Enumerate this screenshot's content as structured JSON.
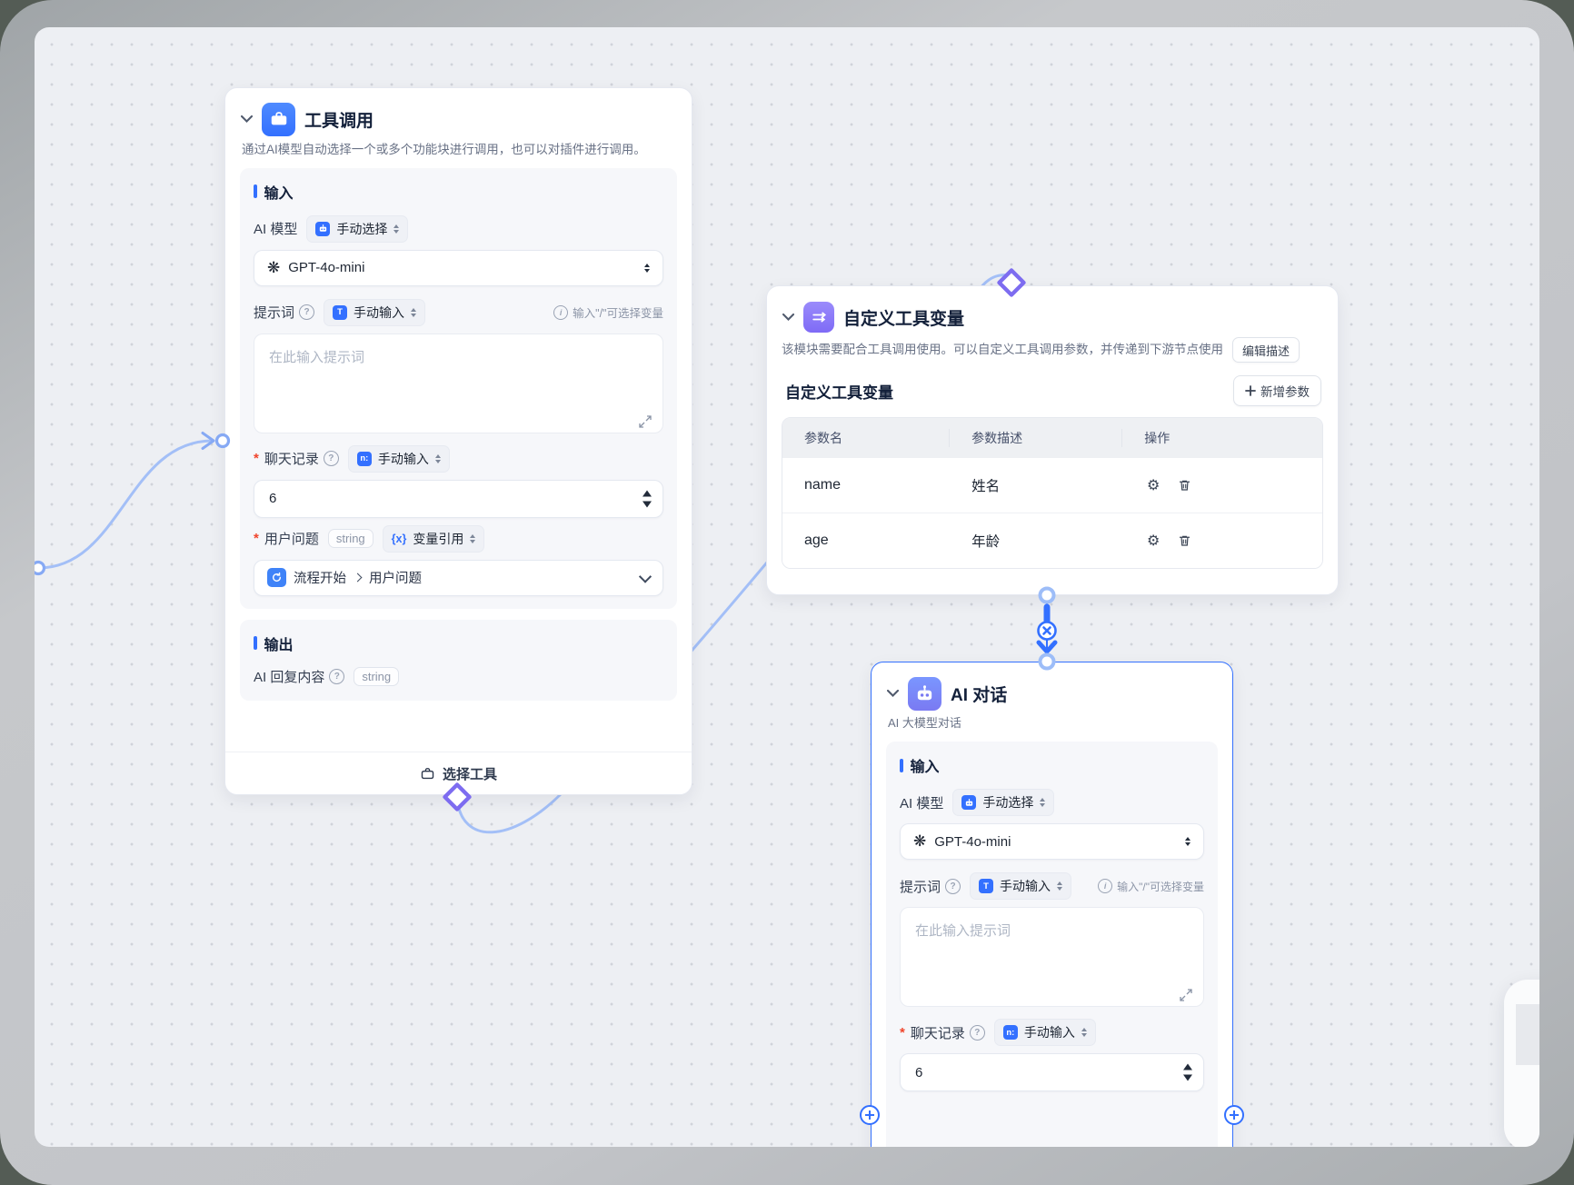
{
  "theme": {
    "accent": "#3370ff",
    "edge_color": "#a3bff7",
    "diamond_color": "#7d6cf0",
    "canvas_bg": "#edeff3",
    "section_bg": "#f6f7fa"
  },
  "icons": {
    "openai": "❋",
    "var_ref": "{x}",
    "question": "?",
    "info": "i",
    "text_input": "T",
    "number_input": "n:",
    "gear": "⚙",
    "required": "*"
  },
  "common": {
    "input_section": "输入",
    "output_section": "输出",
    "model_label": "AI 模型",
    "manual_select": "手动选择",
    "model_value": "GPT-4o-mini",
    "prompt_label": "提示词",
    "manual_input": "手动输入",
    "slash_hint": "输入\"/\"可选择变量",
    "prompt_placeholder": "在此输入提示词",
    "history_label": "聊天记录",
    "history_value": "6",
    "question_label": "用户问题",
    "string_type": "string",
    "var_ref_label": "变量引用"
  },
  "node_tool_call": {
    "title": "工具调用",
    "description": "通过AI模型自动选择一个或多个功能块进行调用，也可以对插件进行调用。",
    "flow_start": "流程开始",
    "flow_start_field": "用户问题",
    "output_label": "AI 回复内容",
    "select_tool_button": "选择工具"
  },
  "node_custom_vars": {
    "title": "自定义工具变量",
    "description": "该模块需要配合工具调用使用。可以自定义工具调用参数，并传递到下游节点使用",
    "edit_desc_button": "编辑描述",
    "panel_title": "自定义工具变量",
    "add_param_button": "新增参数",
    "table_headers": [
      "参数名",
      "参数描述",
      "操作"
    ],
    "rows": [
      {
        "name": "name",
        "desc": "姓名"
      },
      {
        "name": "age",
        "desc": "年龄"
      }
    ]
  },
  "node_ai_chat": {
    "title": "AI 对话",
    "subtitle": "AI 大模型对话"
  }
}
